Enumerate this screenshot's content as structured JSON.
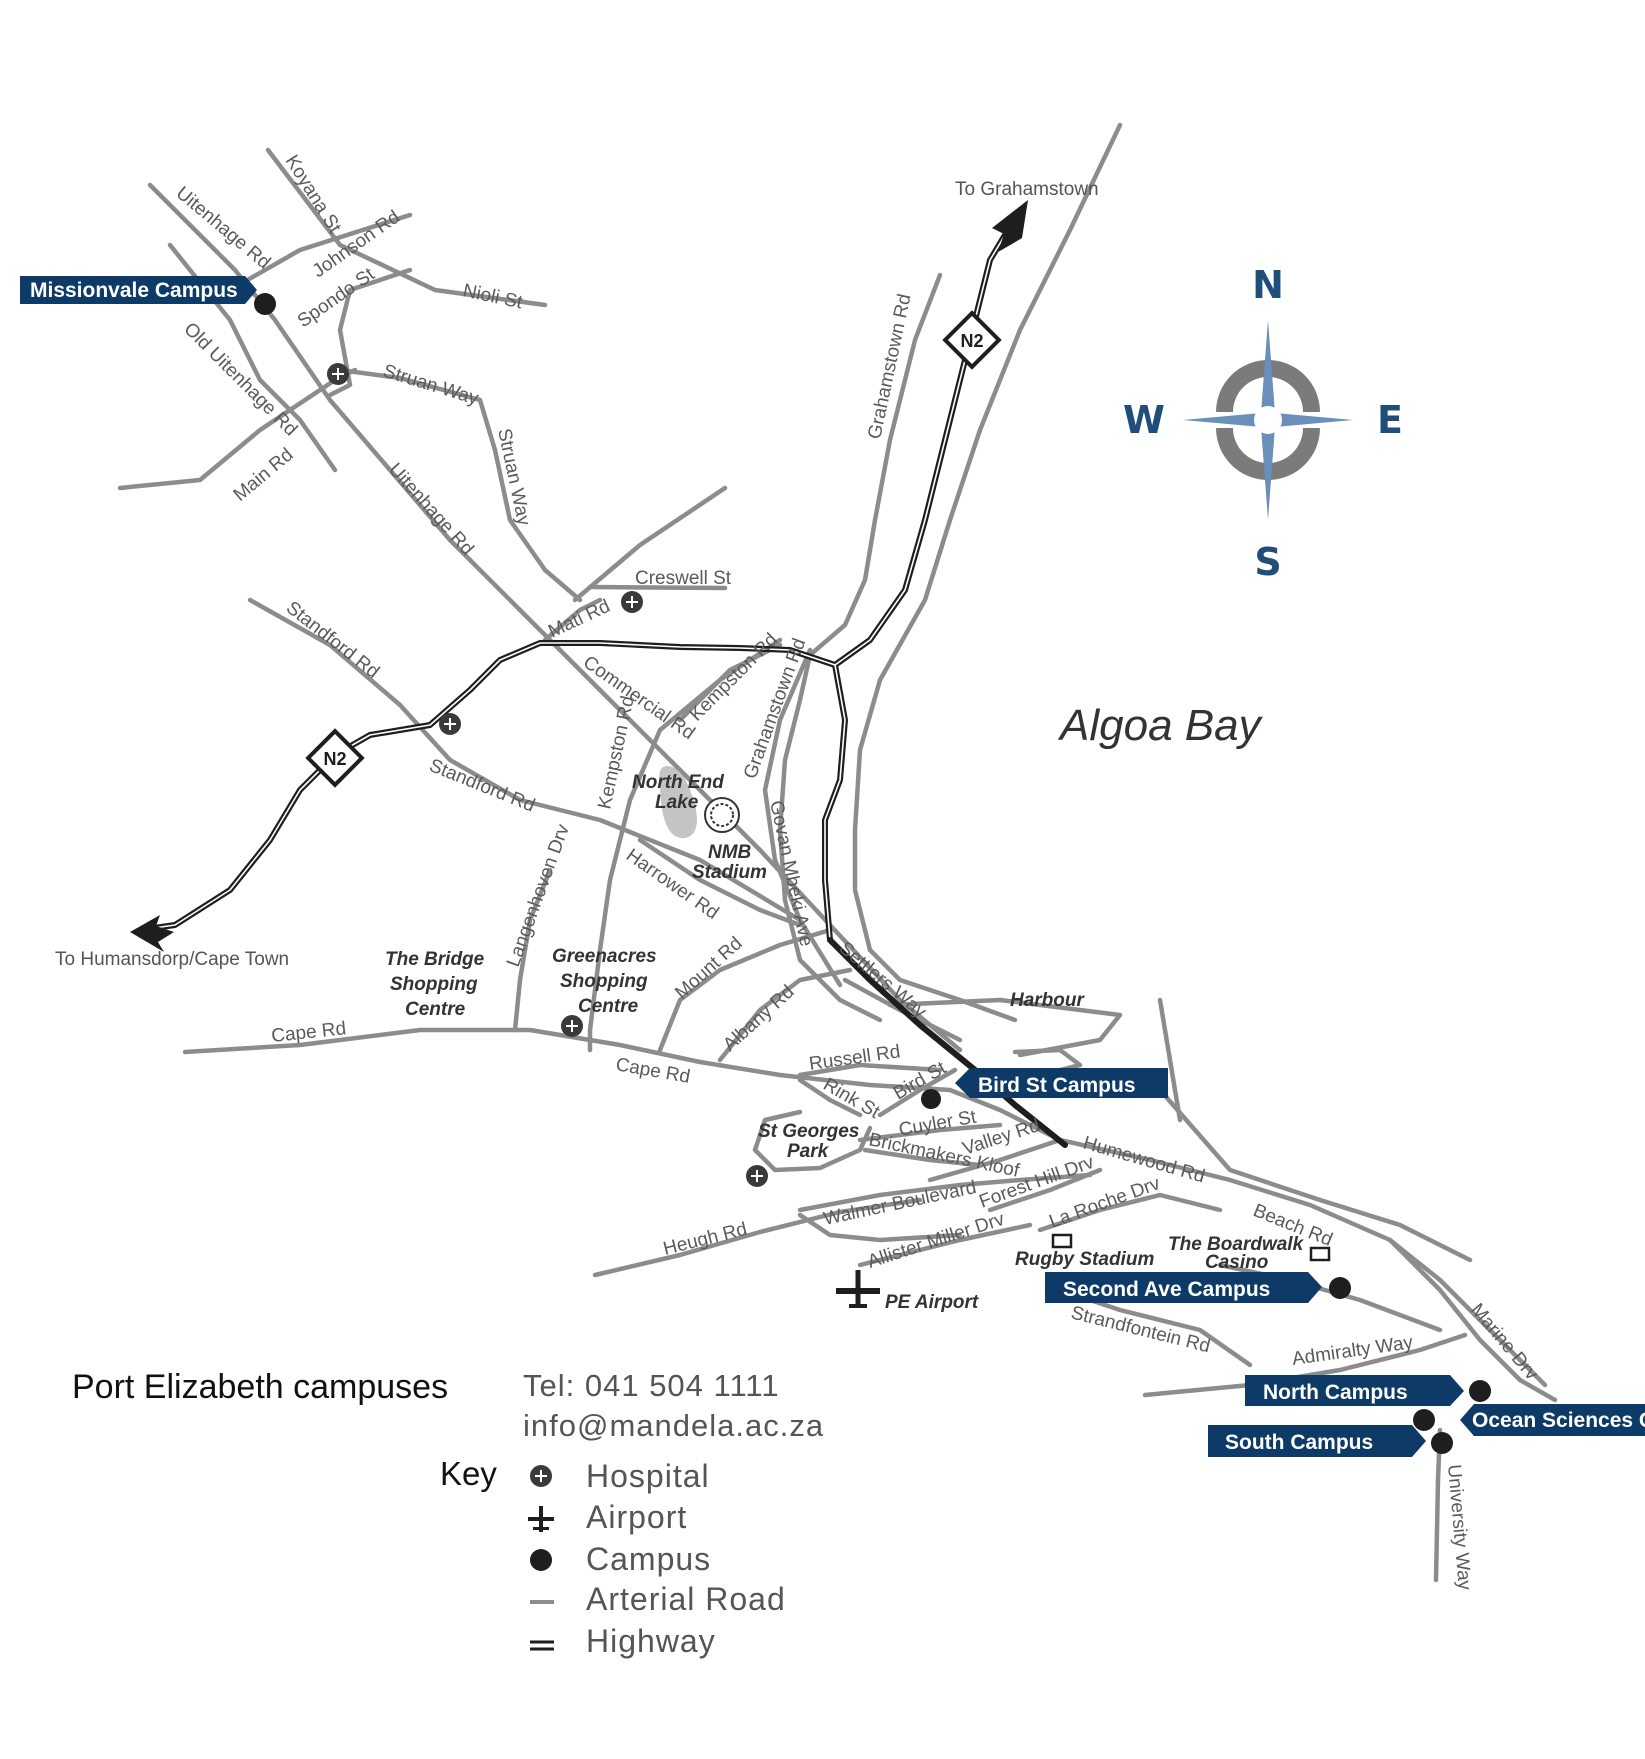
{
  "map": {
    "bay_label": "Algoa Bay",
    "destinations": {
      "north": "To Grahamstown",
      "west": "To Humansdorp/Cape Town"
    },
    "highway_shield": "N2",
    "compass": {
      "n": "N",
      "e": "E",
      "s": "S",
      "w": "W"
    },
    "campuses": {
      "missionvale": "Missionvale Campus",
      "bird_st": "Bird St Campus",
      "second_ave": "Second Ave Campus",
      "north": "North Campus",
      "ocean": "Ocean Sciences Campus",
      "south": "South Campus"
    },
    "roads": {
      "uitenhage_rd_n": "Uitenhage Rd",
      "koyana_st": "Koyana St",
      "johnson_rd": "Johnson Rd",
      "spondo_st": "Spondo St",
      "nioli_st": "Nioli St",
      "old_uitenhage_rd": "Old Uitenhage Rd",
      "struan_way_1": "Struan Way",
      "struan_way_2": "Struan Way",
      "main_rd": "Main Rd",
      "uitenhage_rd_s": "Uitenhage Rd",
      "grahamstown_rd_n": "Grahamstown Rd",
      "creswell_st": "Creswell St",
      "mati_rd": "Mati Rd",
      "standford_rd_n": "Standford Rd",
      "standford_rd_s": "Standford Rd",
      "commercial_rd": "Commercial Rd",
      "kempston_rd_1": "Kempston Rd",
      "kempston_rd_2": "Kempston Rd",
      "grahamstown_rd_s": "Grahamstown Rd",
      "govan_mbeki": "Govan Mbeki Ave",
      "harrower_rd": "Harrower Rd",
      "langenhoven_drv": "Langenhoven Drv",
      "mount_rd": "Mount Rd",
      "albany_rd": "Albany Rd",
      "settlers_way": "Settlers Way",
      "cape_rd_1": "Cape Rd",
      "cape_rd_2": "Cape Rd",
      "russell_rd": "Russell Rd",
      "rink_st": "Rink St",
      "bird_st": "Bird St",
      "cuyler_st": "Cuyler St",
      "brickmakers_kloof": "Brickmakers Kloof",
      "valley_rd": "Valley Rd",
      "humewood_rd": "Humewood Rd",
      "walmer_blvd": "Walmer Boulevard",
      "forest_hill_drv": "Forest Hill Drv",
      "la_roche_drv": "La Roche Drv",
      "heugh_rd": "Heugh Rd",
      "allister_miller": "Allister Miller Drv",
      "beach_rd": "Beach Rd",
      "strandfontein_rd": "Strandfontein Rd",
      "admiralty_way": "Admiralty Way",
      "marine_drv": "Marine Drv",
      "university_way": "University Way"
    },
    "places": {
      "north_end_lake_1": "North End",
      "north_end_lake_2": "Lake",
      "nmb_stadium_1": "NMB",
      "nmb_stadium_2": "Stadium",
      "bridge_1": "The Bridge",
      "bridge_2": "Shopping",
      "bridge_3": "Centre",
      "greenacres_1": "Greenacres",
      "greenacres_2": "Shopping",
      "greenacres_3": "Centre",
      "harbour": "Harbour",
      "st_georges_1": "St Georges",
      "st_georges_2": "Park",
      "rugby_stadium": "Rugby Stadium",
      "boardwalk_1": "The Boardwalk",
      "boardwalk_2": "Casino",
      "pe_airport": "PE Airport"
    }
  },
  "info": {
    "title": "Port Elizabeth campuses",
    "tel": "Tel: 041 504 1111",
    "email": "info@mandela.ac.za"
  },
  "key": {
    "title": "Key",
    "items": [
      "Hospital",
      "Airport",
      "Campus",
      "Arterial Road",
      "Highway"
    ]
  },
  "colors": {
    "campus_label": "#0d3a66",
    "compass": "#1e4e79",
    "road": "#8c8c8c",
    "highway": "#1e1e1e"
  }
}
